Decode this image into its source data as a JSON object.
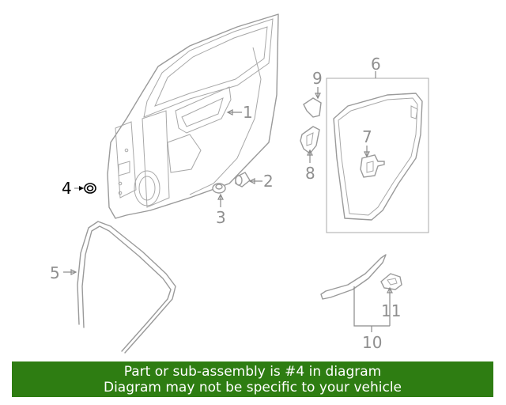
{
  "callouts": {
    "c1": "1",
    "c2": "2",
    "c3": "3",
    "c4": "4",
    "c5": "5",
    "c6": "6",
    "c7": "7",
    "c8": "8",
    "c9": "9",
    "c10": "10",
    "c11": "11"
  },
  "highlight": {
    "part": "4",
    "color": "#000000"
  },
  "banner": {
    "line1": "Part or sub-assembly is #4 in diagram",
    "line2": "Diagram may not be specific to your vehicle",
    "background": "#2e7d12",
    "text_color": "#ffffff"
  }
}
